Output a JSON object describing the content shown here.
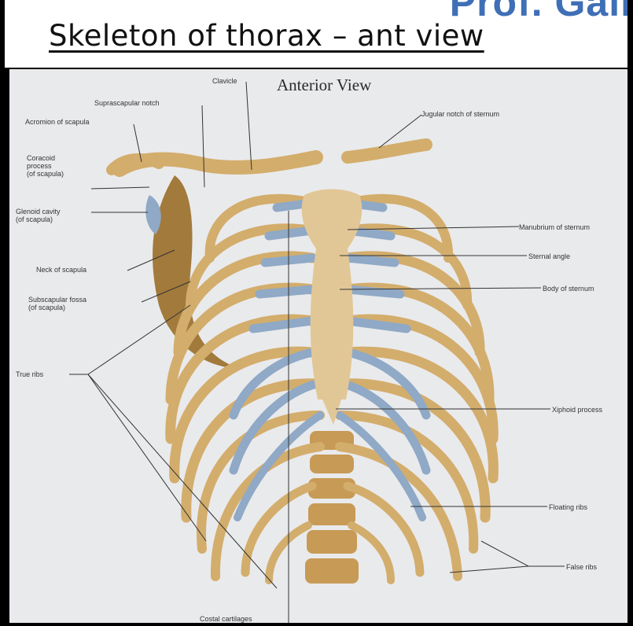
{
  "title": "Skeleton  of thorax – ant view",
  "watermark": "Prof. Gali",
  "diagram": {
    "heading": "Anterior View",
    "labels": {
      "clavicle": "Clavicle",
      "suprascapular_notch": "Suprascapular notch",
      "acromion": "Acromion of scapula",
      "coracoid": "Coracoid\nprocess\n(of scapula)",
      "glenoid": "Glenoid cavity\n(of scapula)",
      "neck_scapula": "Neck of scapula",
      "subscapular_fossa": "Subscapular fossa\n(of scapula)",
      "true_ribs": "True ribs",
      "costal_cartilages": "Costal cartilages",
      "jugular_notch": "Jugular notch of sternum",
      "manubrium": "Manubrium of sternum",
      "sternal_angle": "Sternal angle",
      "body_sternum": "Body of sternum",
      "xiphoid": "Xiphoid process",
      "floating_ribs": "Floating ribs",
      "false_ribs": "False ribs"
    },
    "colors": {
      "bone": "#d3ad6c",
      "bone_dark": "#a27a3c",
      "cartilage": "#8fa9c6",
      "background": "#e9eaec"
    }
  }
}
